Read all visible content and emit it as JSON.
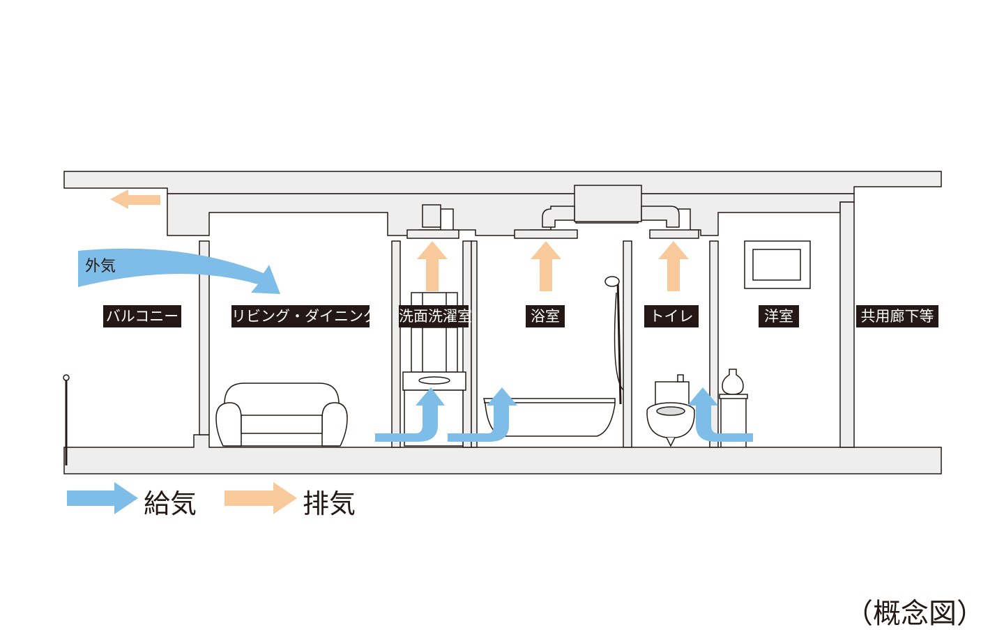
{
  "colors": {
    "structure": "#eeeeee",
    "structure_stroke": "#231815",
    "supply_air": "#7ebde7",
    "exhaust_air": "#f8c99a",
    "label_bg": "#231815",
    "label_text": "#ffffff"
  },
  "rooms": {
    "balcony": "バルコニー",
    "living": "リビング・ダイニング",
    "washroom": "洗面洗濯室",
    "bathroom": "浴室",
    "toilet": "トイレ",
    "western_room": "洋室",
    "corridor": "共用廊下等"
  },
  "outside_air_label": "外気",
  "legend": {
    "supply": "給気",
    "exhaust": "排気"
  },
  "caption": "（概念図）"
}
